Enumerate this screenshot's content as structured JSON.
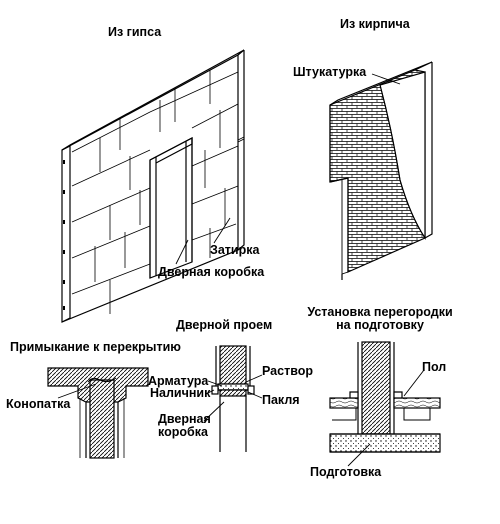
{
  "labels": {
    "gypsum_title": "Из гипса",
    "brick_title": "Из кирпича",
    "plaster": "Штукатурка",
    "grout": "Затирка",
    "door_frame": "Дверная коробка",
    "doorway_title": "Дверной проем",
    "ceiling_junction_title": "Примыкание к перекрытию",
    "caulk": "Конопатка",
    "reinforcement": "Арматура",
    "casing": "Наличник",
    "door_frame_small_1": "Дверная",
    "door_frame_small_2": "коробка",
    "mortar": "Раствор",
    "tow": "Пакля",
    "base_install_title_1": "Установка перегородки",
    "base_install_title_2": "на подготовку",
    "floor": "Пол",
    "base_prep": "Подготовка"
  }
}
